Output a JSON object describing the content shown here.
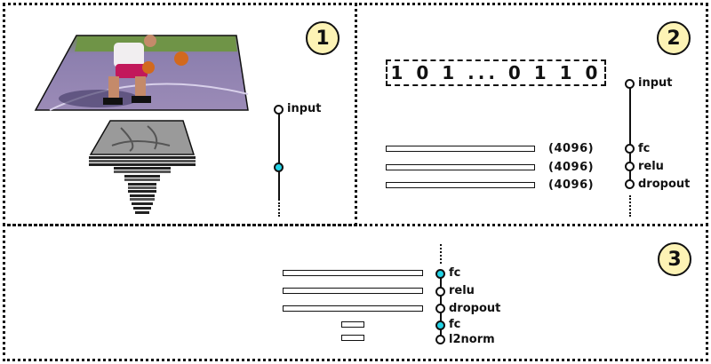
{
  "panels": [
    {
      "badge": "1",
      "graph": {
        "nodes": [
          {
            "label": "input"
          }
        ]
      }
    },
    {
      "badge": "2",
      "code": "1 0 1 ... 0 1 1 0",
      "dims": [
        "(4096)",
        "(4096)",
        "(4096)"
      ],
      "graph": {
        "nodes": [
          {
            "label": "input"
          },
          {
            "label": "fc"
          },
          {
            "label": "relu"
          },
          {
            "label": "dropout"
          }
        ]
      }
    },
    {
      "badge": "3",
      "graph": {
        "nodes": [
          {
            "label": "fc"
          },
          {
            "label": "relu"
          },
          {
            "label": "dropout"
          },
          {
            "label": "fc"
          },
          {
            "label": "l2norm"
          }
        ]
      }
    }
  ],
  "colors": {
    "highlight_node": "#22d3e6",
    "badge_fill": "#fdf3b5",
    "border": "#111111"
  },
  "images": [
    {
      "name": "basketball-video-frame"
    },
    {
      "name": "feature-map-stack"
    }
  ]
}
